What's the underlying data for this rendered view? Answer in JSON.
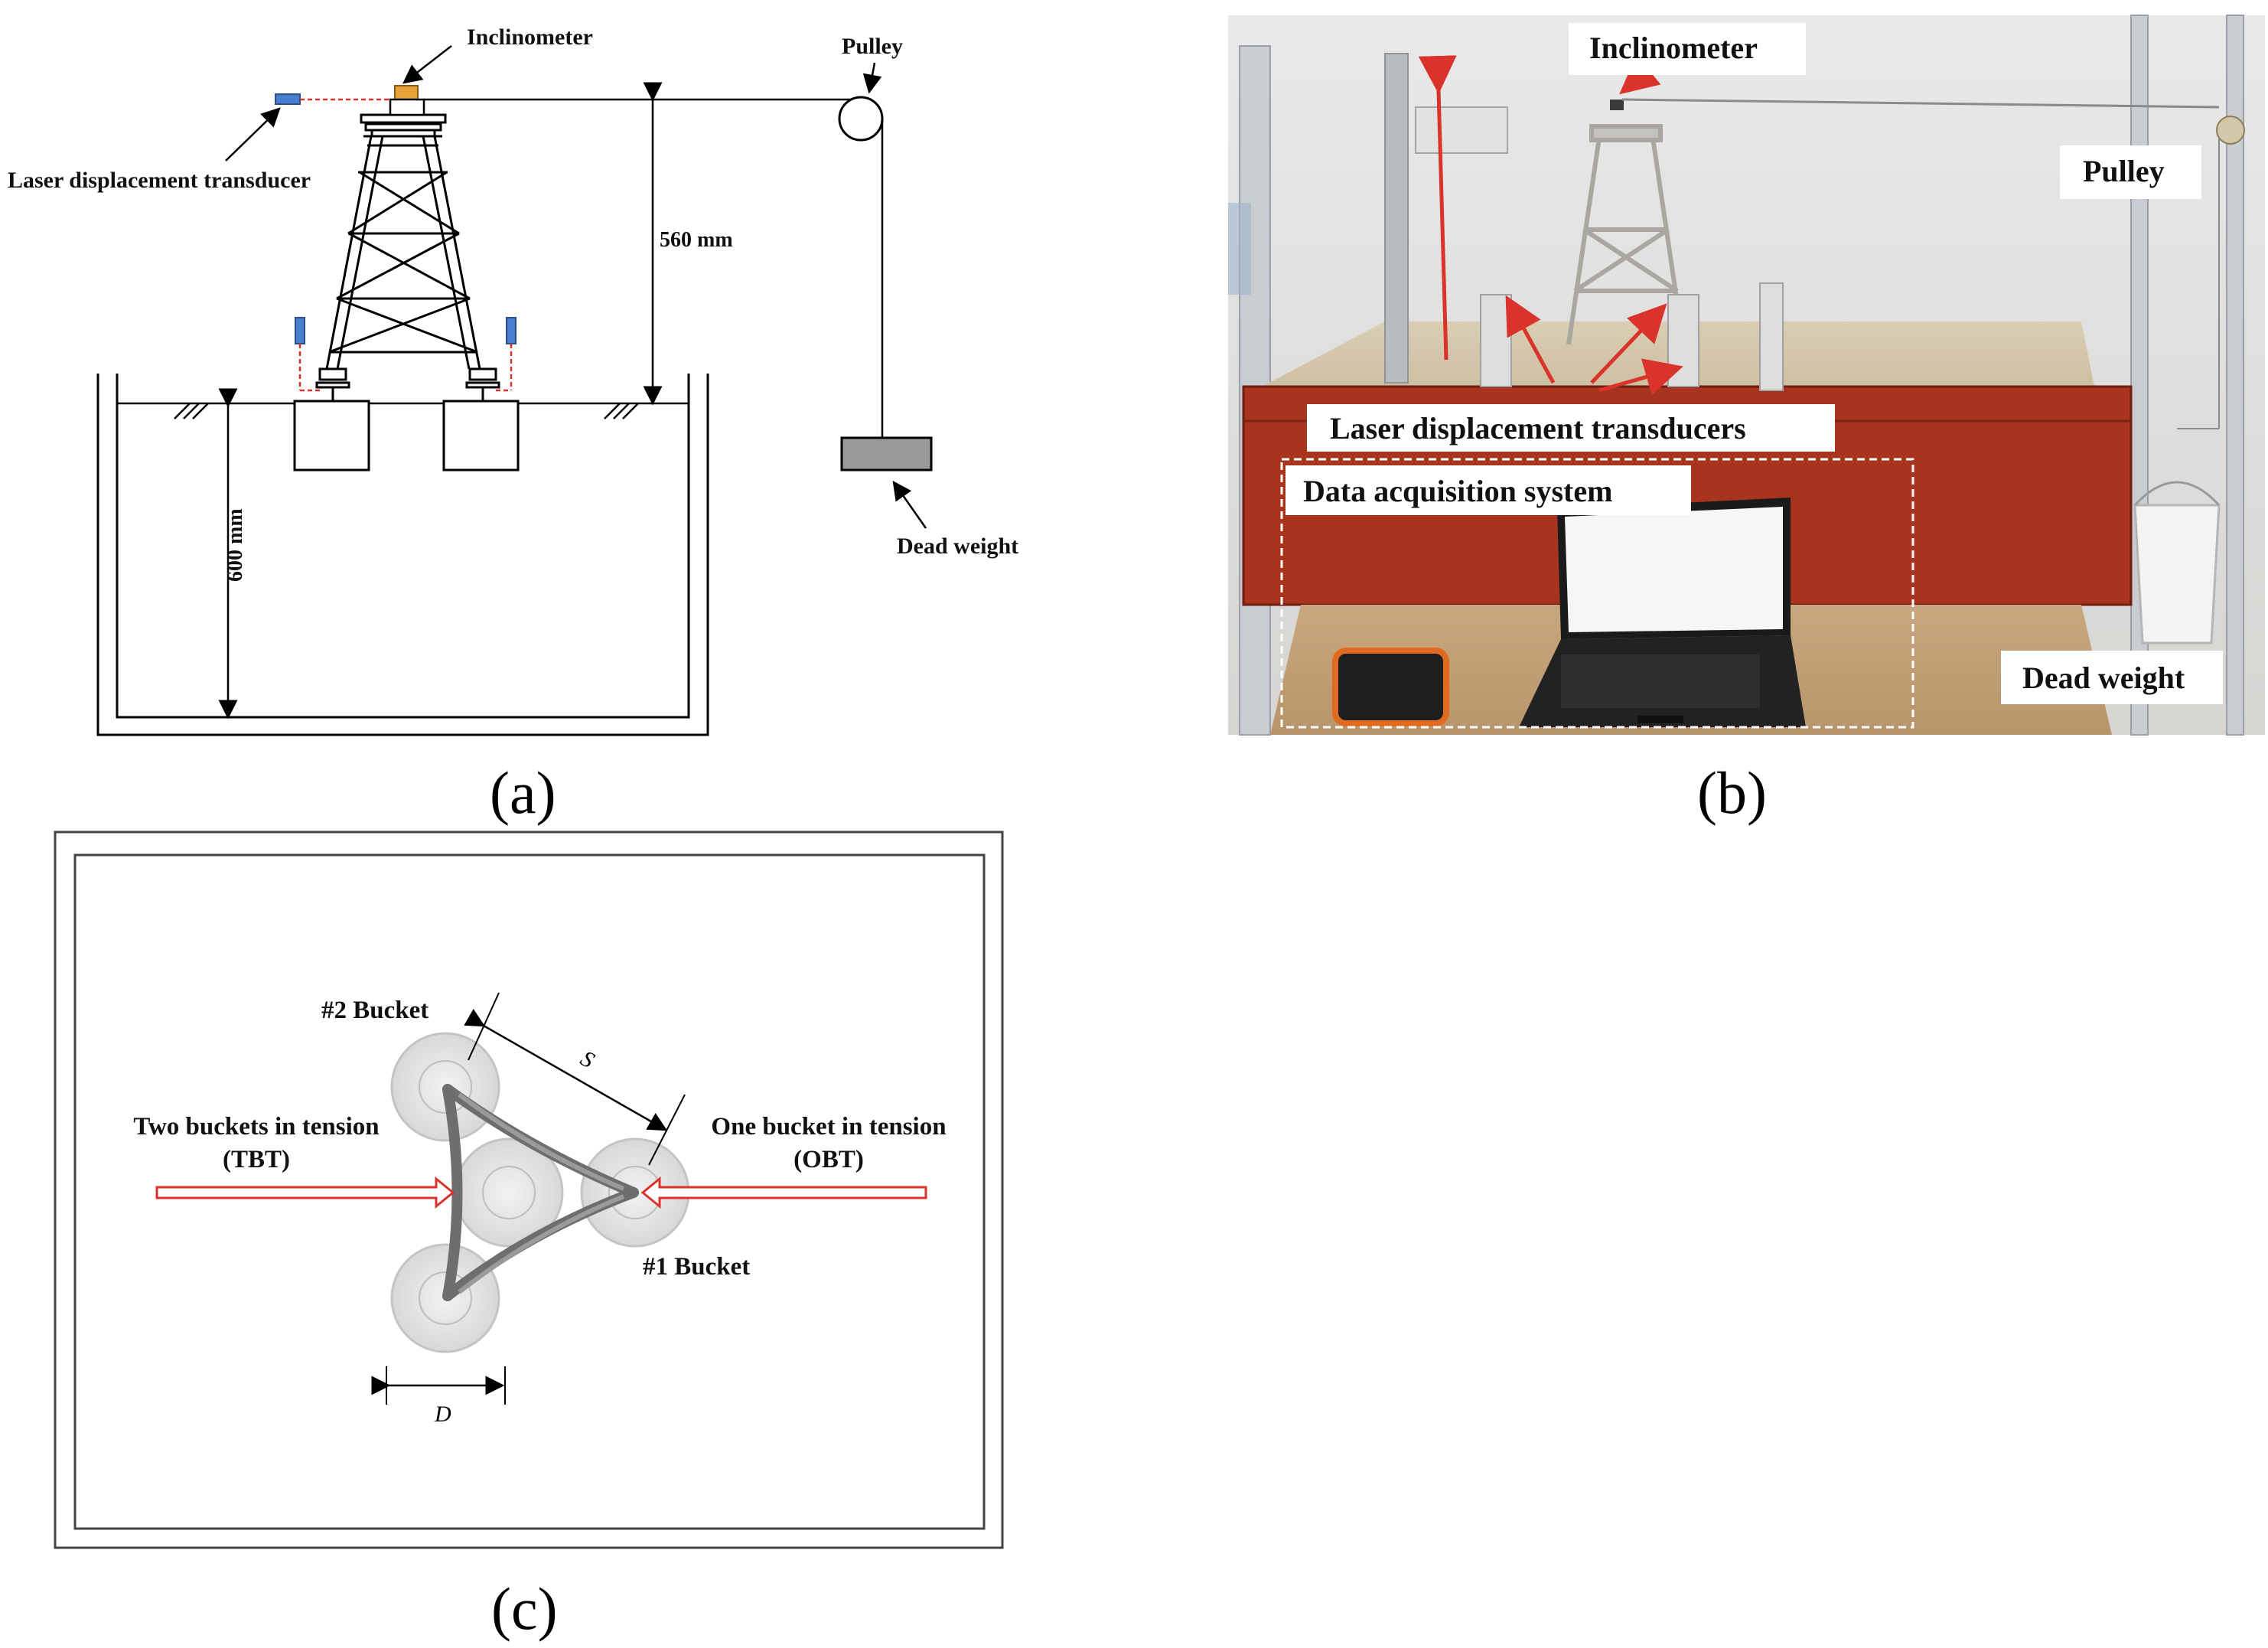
{
  "panel_a": {
    "caption": "(a)",
    "inclinometer": "Inclinometer",
    "pulley": "Pulley",
    "laser": "Laser displacement transducer",
    "height_560": "560 mm",
    "depth_600": "600 mm",
    "dead_weight": "Dead weight"
  },
  "panel_b": {
    "caption": "(b)",
    "inclinometer": "Inclinometer",
    "pulley": "Pulley",
    "lasers": "Laser displacement transducers",
    "daq": "Data acquisition system",
    "dead_weight": "Dead weight"
  },
  "panel_c": {
    "caption": "(c)",
    "bucket2": "#2 Bucket",
    "bucket1": "#1 Bucket",
    "spacing": "S",
    "diameter": "D",
    "tbt_line1": "Two buckets in tension",
    "tbt_line2": "(TBT)",
    "obt_line1": "One bucket in tension",
    "obt_line2": "(OBT)"
  },
  "colors": {
    "sensor_blue": "#4a7fd0",
    "inclinometer_orange": "#e8a23a",
    "arrow_red": "#d9332b",
    "weight_gray": "#9a9a9a"
  }
}
